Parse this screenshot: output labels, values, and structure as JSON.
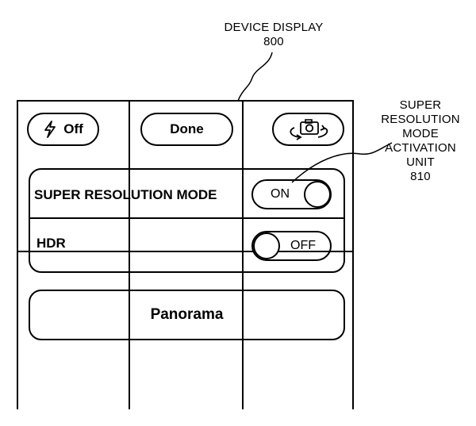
{
  "callouts": {
    "device_display": {
      "line1": "DEVICE DISPLAY",
      "line2": "800"
    },
    "activation_unit": {
      "line1": "SUPER",
      "line2": "RESOLUTION",
      "line3": "MODE",
      "line4": "ACTIVATION",
      "line5": "UNIT",
      "line6": "810"
    }
  },
  "toolbar": {
    "flash_label": "Off",
    "done_label": "Done",
    "flash_icon": "lightning-bolt-icon",
    "camera_switch_icon": "camera-rotate-icon"
  },
  "settings": {
    "super_resolution": {
      "label": "SUPER RESOLUTION MODE",
      "state": "ON"
    },
    "hdr": {
      "label": "HDR",
      "state": "OFF"
    }
  },
  "modes": {
    "panorama_label": "Panorama"
  }
}
